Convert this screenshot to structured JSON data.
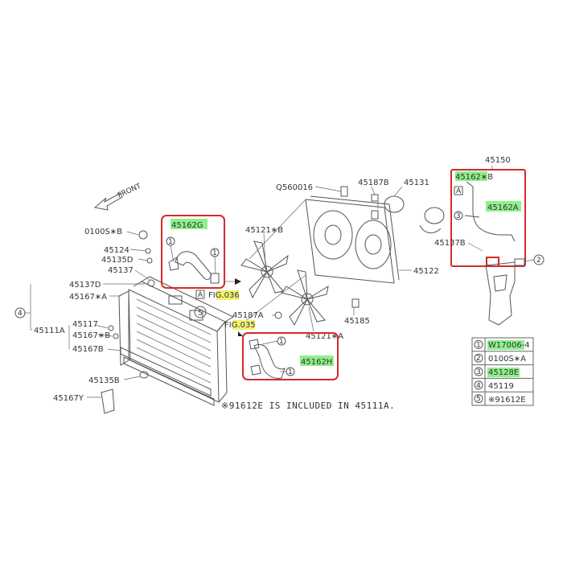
{
  "front_label": "FRONT",
  "parts": {
    "p_0100SB": "0100S∗B",
    "p_45124": "45124",
    "p_45135D": "45135D",
    "p_45137": "45137",
    "p_45137D": "45137D",
    "p_45167A": "45167∗A",
    "p_45111A": "45111A",
    "p_45117": "45117",
    "p_45167B_star": "45167∗B",
    "p_45167B": "45167B",
    "p_45135B": "45135B",
    "p_45167Y": "45167Y",
    "p_45162G": "45162G",
    "p_fig036": "FIG.036",
    "p_fig035": "FIG.035",
    "p_45121B": "45121∗B",
    "p_45187A": "45187A",
    "p_45185": "45185",
    "p_45121A": "45121∗A",
    "p_45162H": "45162H",
    "p_Q560016": "Q560016",
    "p_45187B": "45187B",
    "p_45131": "45131",
    "p_45122": "45122",
    "p_45150": "45150",
    "p_45162B": "45162∗B",
    "p_45162A": "45162A",
    "p_45137B": "45137B",
    "p_4": "4",
    "p_5": "5",
    "p_A1": "A",
    "p_A2": "A",
    "c1": "1",
    "c2": "2",
    "c3": "3"
  },
  "legend": {
    "rows": [
      {
        "num": "1",
        "part": "W17006-4"
      },
      {
        "num": "2",
        "part": "0100S∗A"
      },
      {
        "num": "3",
        "part": "45128E"
      },
      {
        "num": "4",
        "part": "45119"
      },
      {
        "num": "5",
        "part": "※91612E"
      }
    ]
  },
  "footnote": "※91612E IS INCLUDED IN 45111A.",
  "colors": {
    "highlight_green": "#8ef08a",
    "highlight_yellow": "#f2f270",
    "callout_red": "#d42a2a"
  }
}
